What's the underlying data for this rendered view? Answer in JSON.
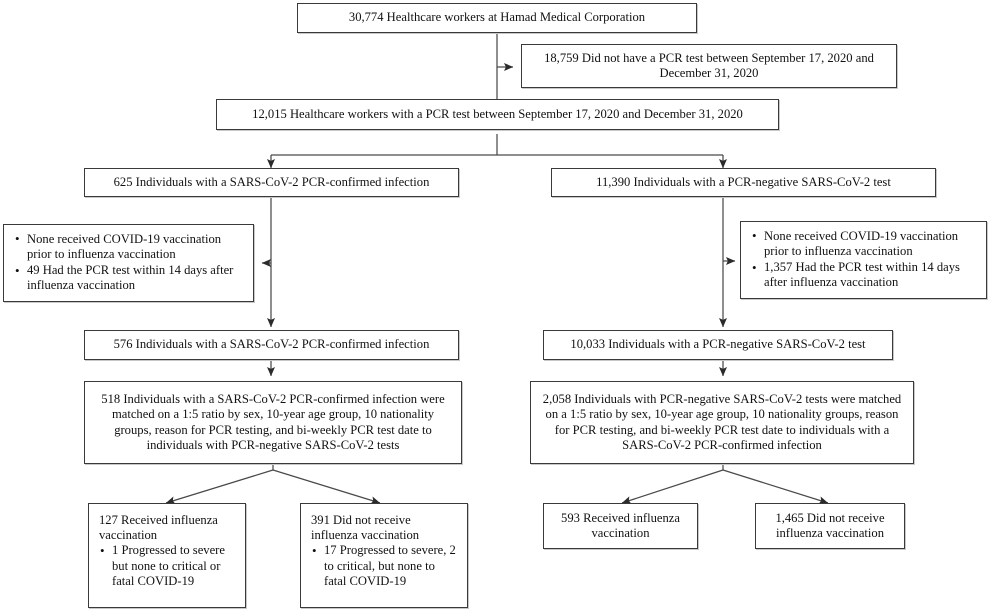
{
  "diagram": {
    "title": "Study flow diagram of healthcare workers PCR testing and influenza vaccination cohort",
    "type": "flowchart",
    "nodes": {
      "total_workers": "30,774 Healthcare workers at Hamad Medical Corporation",
      "no_pcr_test": "18,759 Did not have a PCR test between September 17, 2020 and December 31, 2020",
      "with_pcr_test": "12,015 Healthcare workers with a PCR test between September 17, 2020 and December 31, 2020",
      "pcr_positive": "625 Individuals with a SARS-CoV-2 PCR-confirmed infection",
      "pcr_negative": "11,390 Individuals with a PCR-negative SARS-CoV-2 test",
      "excl_left": [
        "None received COVID-19 vaccination prior to influenza vaccination",
        "49 Had the PCR test within 14 days after influenza vaccination"
      ],
      "excl_right": [
        "None received COVID-19 vaccination prior to influenza vaccination",
        "1,357 Had the PCR test within 14 days after influenza vaccination"
      ],
      "pcr_positive_after": "576 Individuals with a SARS-CoV-2 PCR-confirmed infection",
      "pcr_negative_after": "10,033 Individuals with a PCR-negative SARS-CoV-2 test",
      "matched_left": "518 Individuals with a SARS-CoV-2 PCR-confirmed infection were matched on a 1:5 ratio by sex, 10-year age group, 10 nationality groups, reason for PCR testing, and bi-weekly PCR test date to individuals with PCR-negative SARS-CoV-2 tests",
      "matched_right": "2,058 Individuals with PCR-negative SARS-CoV-2 tests were matched on a 1:5 ratio by sex, 10-year age group, 10 nationality groups, reason for PCR testing, and bi-weekly PCR test date to individuals with a SARS-CoV-2 PCR-confirmed infection",
      "outcome_1_lead": "127 Received influenza vaccination",
      "outcome_1_bullets": [
        "1 Progressed to severe but none to critical or fatal COVID-19"
      ],
      "outcome_2_lead": "391 Did not receive influenza vaccination",
      "outcome_2_bullets": [
        "17 Progressed to severe, 2 to critical, but none to fatal COVID-19"
      ],
      "outcome_3": "593 Received influenza vaccination",
      "outcome_4": "1,465 Did not receive influenza vaccination"
    },
    "colors": {
      "box_border": "#3a3a3a",
      "connector": "#4a4a4a",
      "background": "#ffffff",
      "text": "#111111"
    }
  }
}
